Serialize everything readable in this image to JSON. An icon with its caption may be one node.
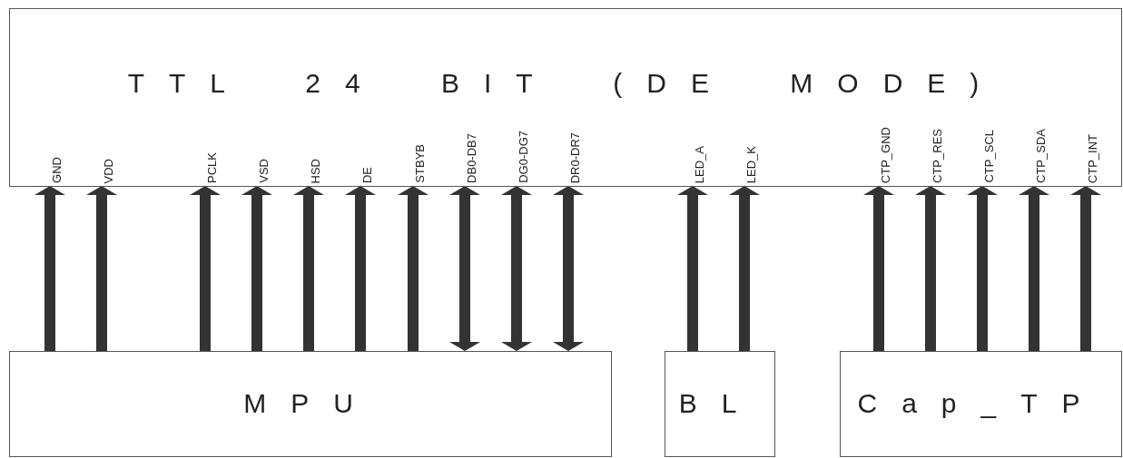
{
  "diagram": {
    "nodes": [
      {
        "text": [
          "TTL 24 BIT (DE MODE)"
        ]
      },
      {
        "text": [
          "GND"
        ],
        "in": 0
      },
      {
        "text": [
          "VDD"
        ],
        "in": 0
      },
      {
        "text": [
          "PCLK"
        ],
        "in": 0
      },
      {
        "text": [
          "VSD"
        ],
        "in": 0
      },
      {
        "text": [
          "HSD"
        ],
        "in": 0
      },
      {
        "text": [
          "DE"
        ],
        "in": 0
      },
      {
        "text": [
          "STBYB"
        ],
        "in": 0
      },
      {
        "text": [
          "DB0-DB7"
        ],
        "in": 0
      },
      {
        "text": [
          "DG0-DG7"
        ],
        "in": 0
      },
      {
        "text": [
          "DR0-DR7"
        ],
        "in": 0
      },
      {
        "text": [
          "LED_A"
        ],
        "in": 0
      },
      {
        "text": [
          "LED_K"
        ],
        "in": 0
      },
      {
        "text": [
          "CTP_GND"
        ],
        "in": 0
      },
      {
        "text": [
          "CTP_RES"
        ],
        "in": 0
      },
      {
        "text": [
          "CTP_SCL"
        ],
        "in": 0
      },
      {
        "text": [
          "CTP_SDA"
        ],
        "in": 0
      },
      {
        "text": [
          "CTP_INT"
        ],
        "in": 0
      },
      {
        "text": [
          "MPU"
        ]
      },
      {
        "text": [
          "BL"
        ]
      },
      {
        "text": [
          "Cap_TP"
        ]
      }
    ],
    "edges": [
      {
        "from": 18,
        "to": 1,
        "arrow": "to"
      },
      {
        "from": 18,
        "to": 2,
        "arrow": "to"
      },
      {
        "from": 18,
        "to": 3,
        "arrow": "to"
      },
      {
        "from": 18,
        "to": 4,
        "arrow": "to"
      },
      {
        "from": 18,
        "to": 5,
        "arrow": "to"
      },
      {
        "from": 18,
        "to": 6,
        "arrow": "to"
      },
      {
        "from": 18,
        "to": 7,
        "arrow": "to"
      },
      {
        "from": 18,
        "to": 8,
        "arrow": "both"
      },
      {
        "from": 18,
        "to": 9,
        "arrow": "both"
      },
      {
        "from": 18,
        "to": 10,
        "arrow": "both"
      },
      {
        "from": 19,
        "to": 11,
        "arrow": "to"
      },
      {
        "from": 19,
        "to": 12,
        "arrow": "to"
      },
      {
        "from": 20,
        "to": 13,
        "arrow": "to"
      },
      {
        "from": 20,
        "to": 14,
        "arrow": "to"
      },
      {
        "from": 20,
        "to": 15,
        "arrow": "to"
      },
      {
        "from": 20,
        "to": 16,
        "arrow": "to"
      },
      {
        "from": 20,
        "to": 17,
        "arrow": "to"
      }
    ]
  }
}
